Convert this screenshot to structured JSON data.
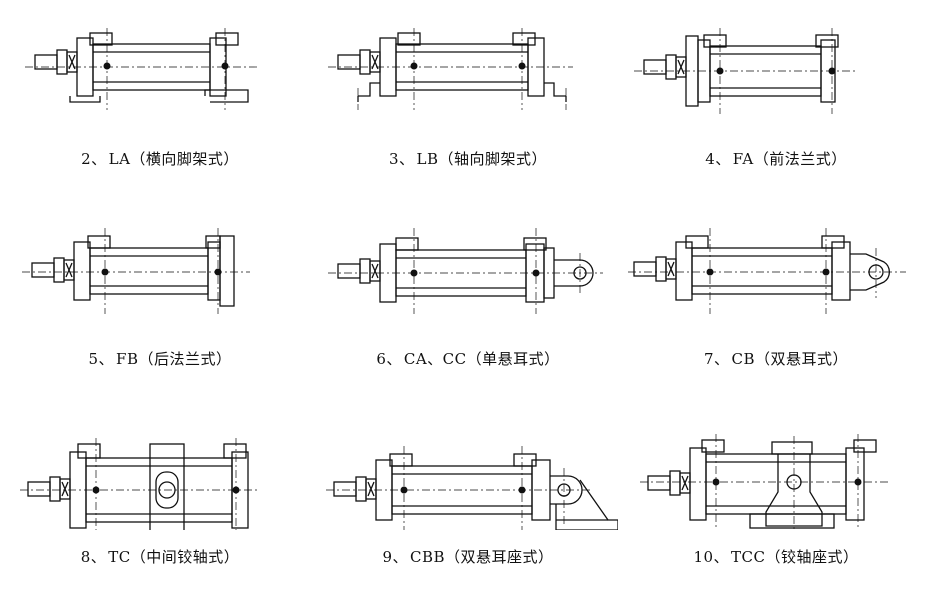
{
  "figures": [
    {
      "num": "2、",
      "code": "LA",
      "desc": "（横向脚架式）",
      "icon": "cylinder-foot-lateral"
    },
    {
      "num": "3、",
      "code": "LB",
      "desc": "（轴向脚架式）",
      "icon": "cylinder-foot-axial"
    },
    {
      "num": "4、",
      "code": "FA",
      "desc": "（前法兰式）",
      "icon": "cylinder-front-flange"
    },
    {
      "num": "5、",
      "code": "FB",
      "desc": "（后法兰式）",
      "icon": "cylinder-rear-flange"
    },
    {
      "num": "6、",
      "code": "CA、CC",
      "desc": "（单悬耳式）",
      "icon": "cylinder-single-clevis"
    },
    {
      "num": "7、",
      "code": "CB",
      "desc": "（双悬耳式）",
      "icon": "cylinder-double-clevis"
    },
    {
      "num": "8、",
      "code": "TC",
      "desc": "（中间铰轴式）",
      "icon": "cylinder-center-trunnion"
    },
    {
      "num": "9、",
      "code": "CBB",
      "desc": "（双悬耳座式）",
      "icon": "cylinder-clevis-bracket"
    },
    {
      "num": "10、",
      "code": "TCC",
      "desc": "（铰轴座式）",
      "icon": "cylinder-trunnion-bracket"
    }
  ]
}
